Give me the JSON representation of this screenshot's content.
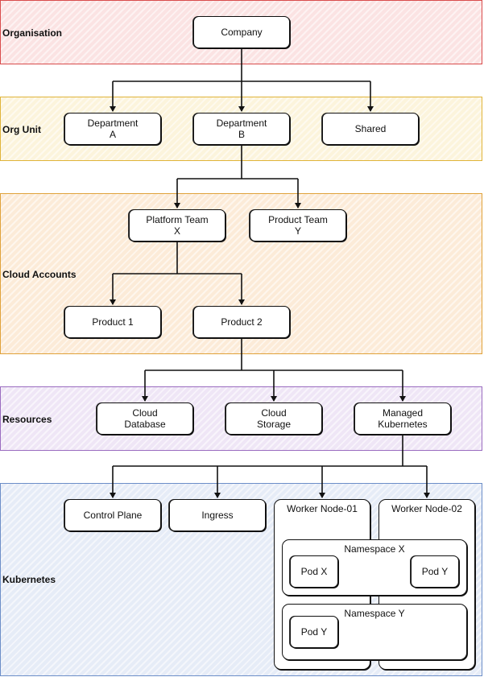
{
  "bands": {
    "organisation": {
      "label": "Organisation",
      "color": "#d94c4c",
      "fill": "#fbe3e3"
    },
    "org_unit": {
      "label": "Org Unit",
      "color": "#e0b43a",
      "fill": "#fcf4dc"
    },
    "cloud_accounts": {
      "label": "Cloud Accounts",
      "color": "#e0a23a",
      "fill": "#fcebd8"
    },
    "resources": {
      "label": "Resources",
      "color": "#9a6cc0",
      "fill": "#efe6f6"
    },
    "kubernetes": {
      "label": "Kubernetes",
      "color": "#6c8ec8",
      "fill": "#e6ecf7"
    }
  },
  "nodes": {
    "company": "Company",
    "department_a": "Department\nA",
    "department_b": "Department\nB",
    "shared": "Shared",
    "platform_team_x": "Platform Team\nX",
    "product_team_y": "Product Team\nY",
    "product_1": "Product 1",
    "product_2": "Product 2",
    "cloud_database": "Cloud\nDatabase",
    "cloud_storage": "Cloud\nStorage",
    "managed_kubernetes": "Managed\nKubernetes",
    "control_plane": "Control Plane",
    "ingress": "Ingress",
    "worker_node_01": "Worker Node-01",
    "worker_node_02": "Worker Node-02",
    "namespace_x": "Namespace X",
    "namespace_y": "Namespace Y",
    "pod_x": "Pod X",
    "pod_y_ns_x": "Pod Y",
    "pod_y_ns_y": "Pod Y"
  }
}
